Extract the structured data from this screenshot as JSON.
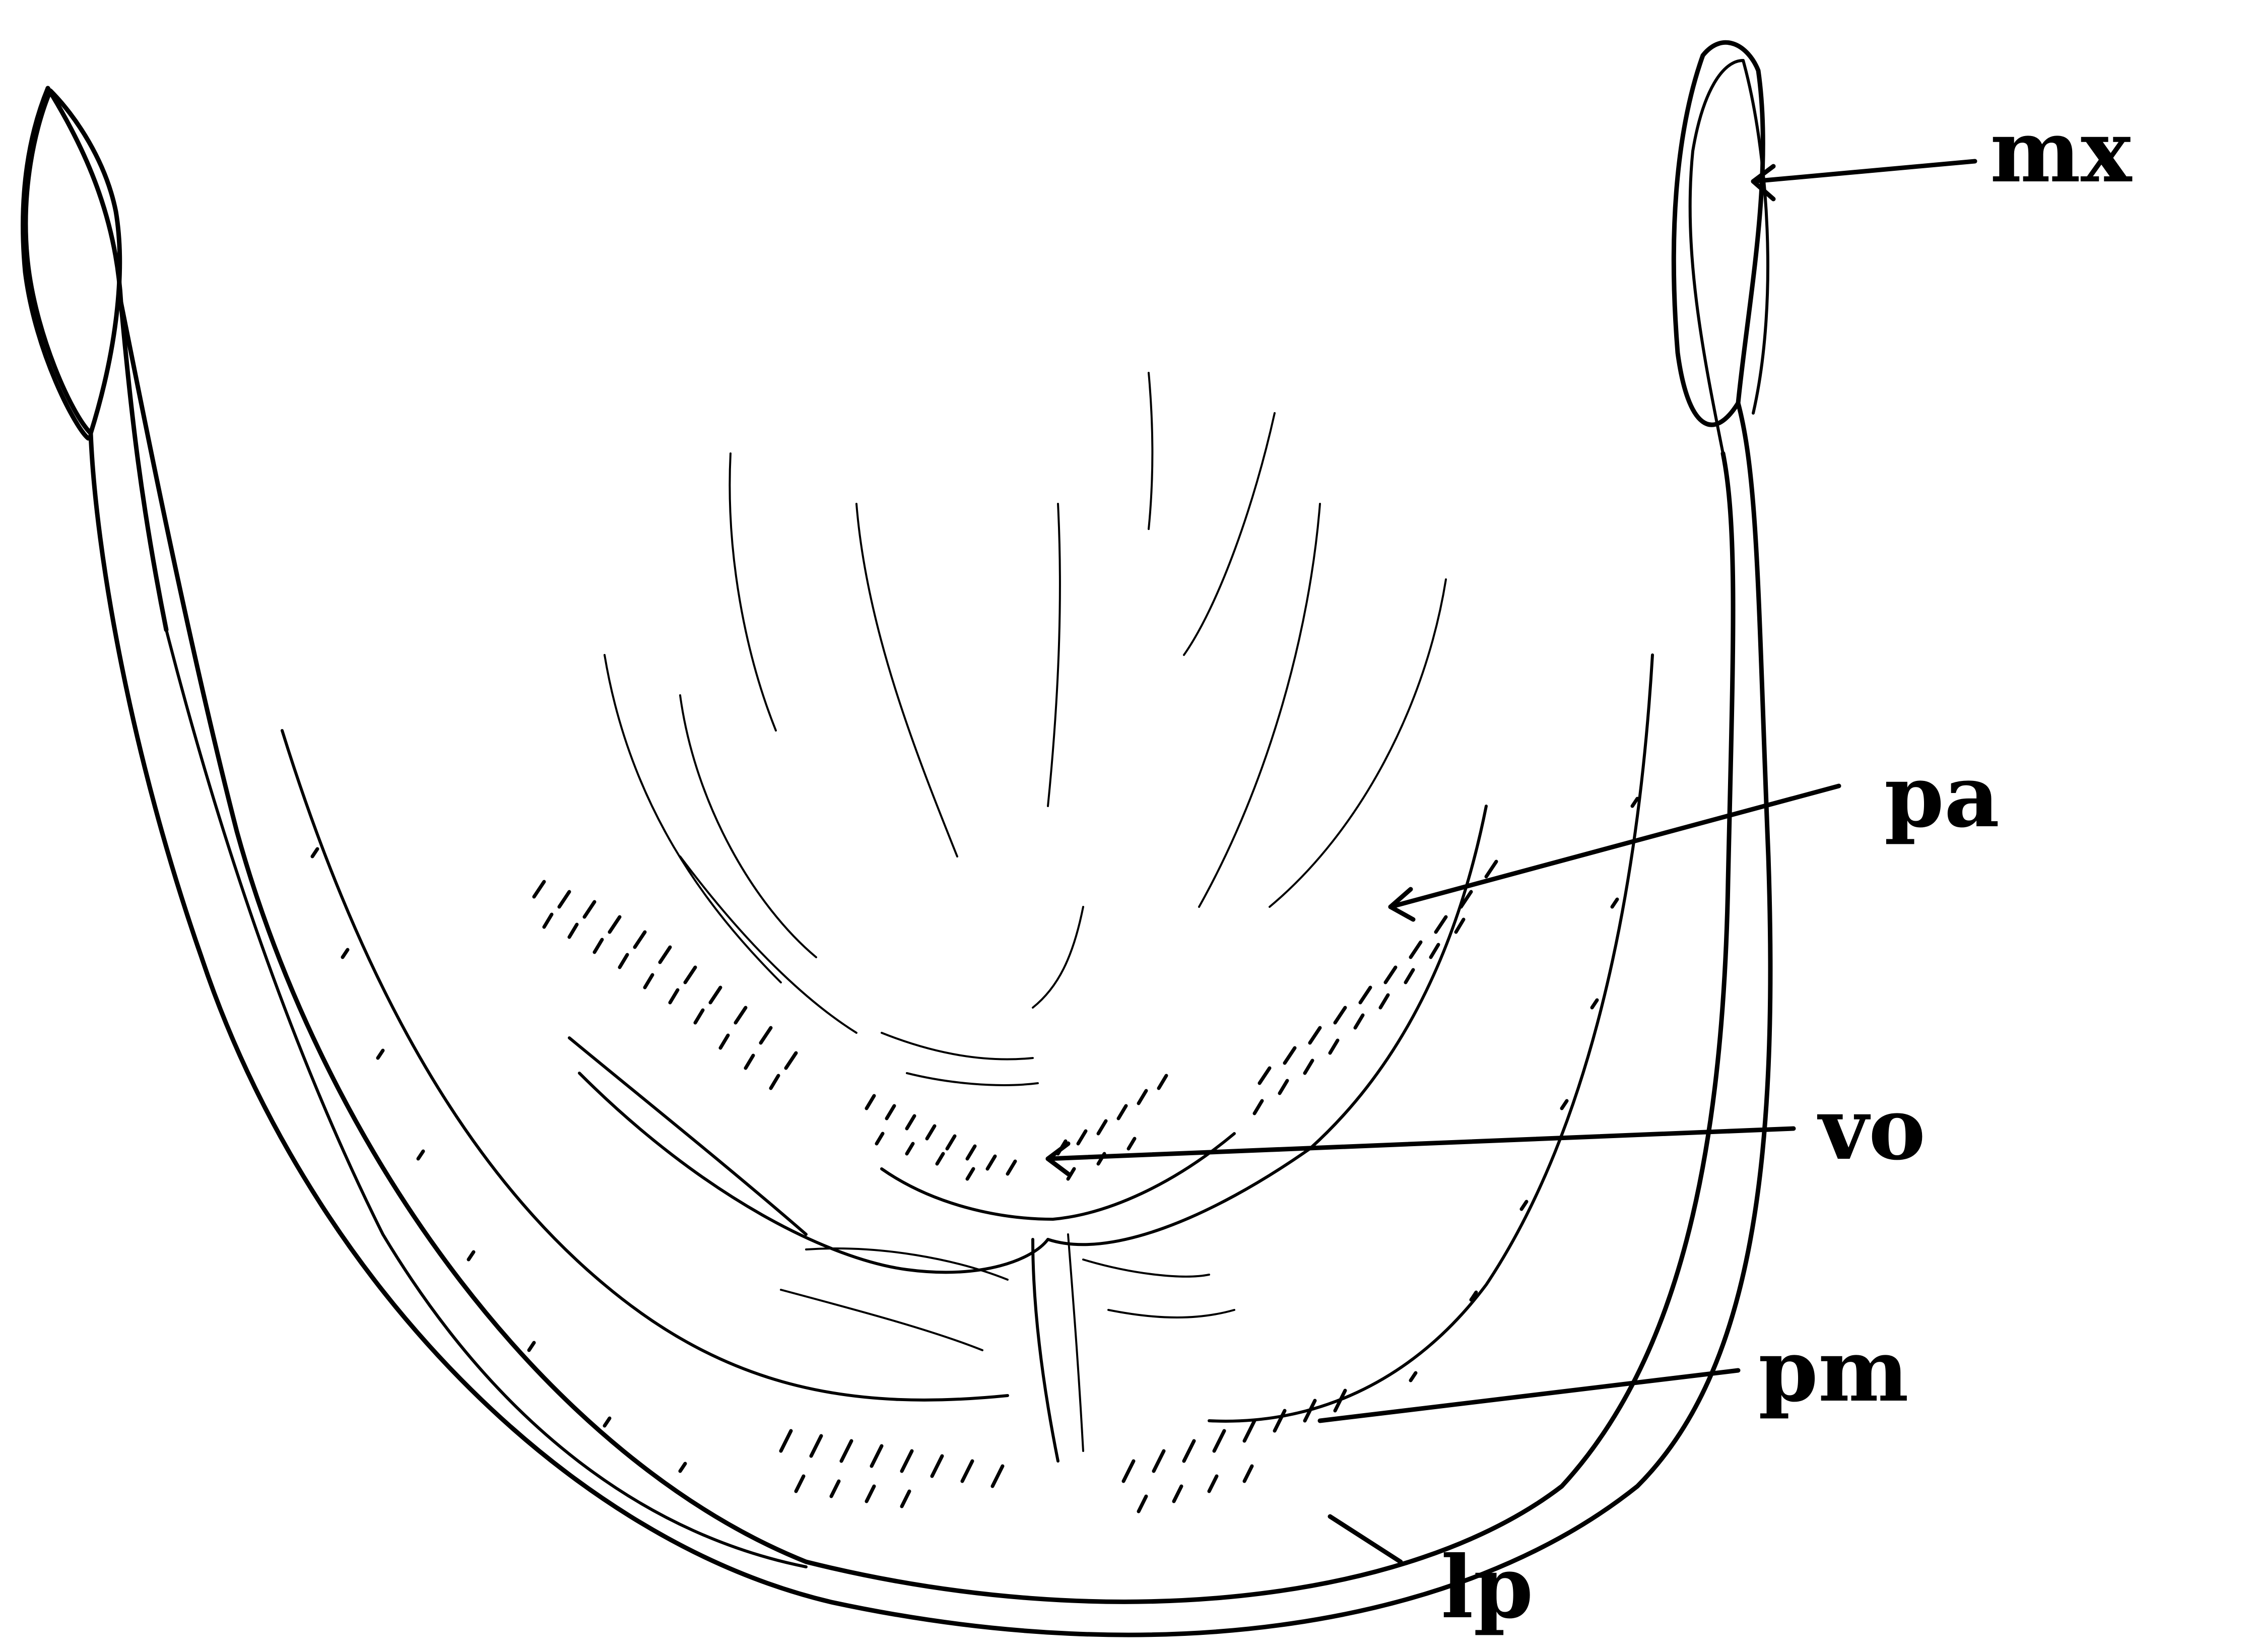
{
  "labels": {
    "mx": "mx",
    "pa": "pa",
    "vo": "vo",
    "pm": "pm",
    "lp": "lp"
  },
  "colors": {
    "ink": "#000000",
    "background": "#ffffff"
  }
}
